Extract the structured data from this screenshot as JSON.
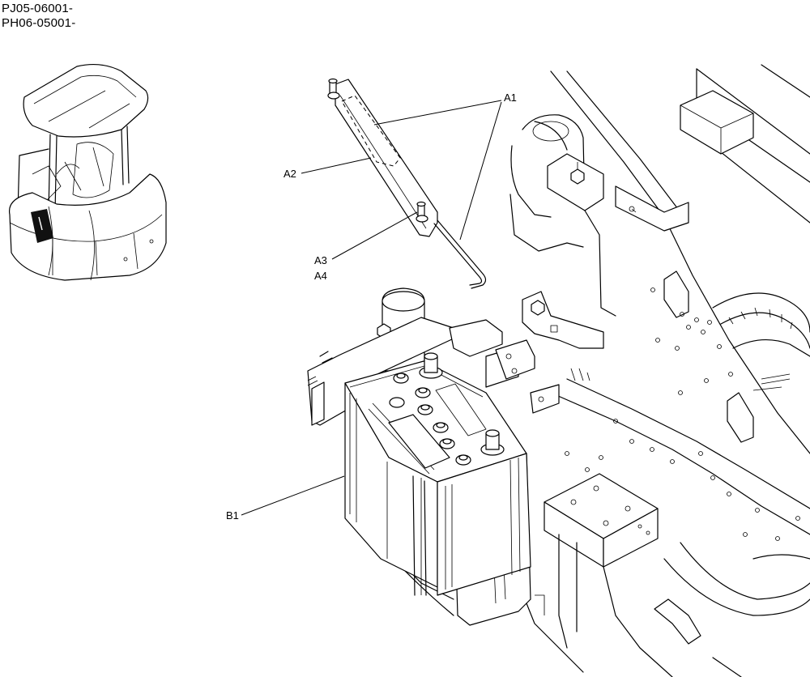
{
  "header": {
    "serial_line_1": "PJ05-06001-",
    "serial_line_2": "PH06-05001-"
  },
  "callouts": {
    "a1": "A1",
    "a2": "A2",
    "a3": "A3",
    "a4": "A4",
    "b1": "B1"
  },
  "colors": {
    "line": "#000000",
    "background": "#ffffff",
    "highlight": "#111111"
  }
}
